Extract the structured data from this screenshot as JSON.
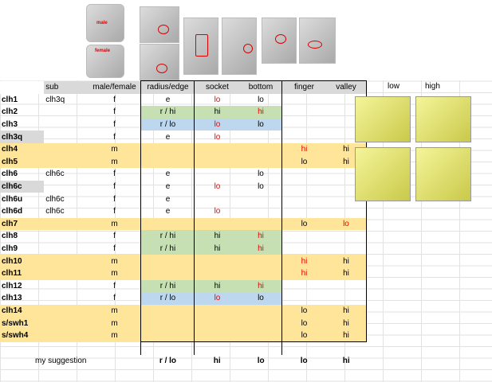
{
  "header": {
    "col0": "",
    "sub": "sub",
    "male_female": "male/female",
    "radius_edge": "radius/edge",
    "socket": "socket",
    "bottom": "bottom",
    "finger": "finger",
    "valley": "valley",
    "low": "low",
    "high": "high"
  },
  "thumb_labels": {
    "male": "male",
    "female": "female"
  },
  "rows": [
    {
      "name": "clh1",
      "sub": "clh3q",
      "mf": "f",
      "radius": "e",
      "socket": "lo",
      "bottom": "lo",
      "finger": "",
      "valley": ""
    },
    {
      "name": "clh2",
      "sub": "",
      "mf": "f",
      "radius": "r / hi",
      "socket": "hi",
      "bottom": "hi",
      "finger": "",
      "valley": ""
    },
    {
      "name": "clh3",
      "sub": "",
      "mf": "f",
      "radius": "r / lo",
      "socket": "lo",
      "bottom": "lo",
      "finger": "",
      "valley": ""
    },
    {
      "name": "clh3q",
      "sub": "",
      "mf": "f",
      "radius": "e",
      "socket": "lo",
      "bottom": "",
      "finger": "",
      "valley": ""
    },
    {
      "name": "clh4",
      "sub": "",
      "mf": "m",
      "radius": "",
      "socket": "",
      "bottom": "",
      "finger": "hi",
      "valley": "hi"
    },
    {
      "name": "clh5",
      "sub": "",
      "mf": "m",
      "radius": "",
      "socket": "",
      "bottom": "",
      "finger": "lo",
      "valley": "hi"
    },
    {
      "name": "clh6",
      "sub": "clh6c",
      "mf": "f",
      "radius": "e",
      "socket": "",
      "bottom": "lo",
      "finger": "",
      "valley": ""
    },
    {
      "name": "clh6c",
      "sub": "",
      "mf": "f",
      "radius": "e",
      "socket": "lo",
      "bottom": "lo",
      "finger": "",
      "valley": ""
    },
    {
      "name": "clh6u",
      "sub": "clh6c",
      "mf": "f",
      "radius": "e",
      "socket": "",
      "bottom": "",
      "finger": "",
      "valley": ""
    },
    {
      "name": "clh6d",
      "sub": "clh6c",
      "mf": "f",
      "radius": "e",
      "socket": "lo",
      "bottom": "",
      "finger": "",
      "valley": ""
    },
    {
      "name": "clh7",
      "sub": "",
      "mf": "m",
      "radius": "",
      "socket": "",
      "bottom": "",
      "finger": "lo",
      "valley": "lo"
    },
    {
      "name": "clh8",
      "sub": "",
      "mf": "f",
      "radius": "r / hi",
      "socket": "hi",
      "bottom": "hi",
      "finger": "",
      "valley": ""
    },
    {
      "name": "clh9",
      "sub": "",
      "mf": "f",
      "radius": "r / hi",
      "socket": "hi",
      "bottom": "hi",
      "finger": "",
      "valley": ""
    },
    {
      "name": "clh10",
      "sub": "",
      "mf": "m",
      "radius": "",
      "socket": "",
      "bottom": "",
      "finger": "hi",
      "valley": "hi"
    },
    {
      "name": "clh11",
      "sub": "",
      "mf": "m",
      "radius": "",
      "socket": "",
      "bottom": "",
      "finger": "hi",
      "valley": "hi"
    },
    {
      "name": "clh12",
      "sub": "",
      "mf": "f",
      "radius": "r / hi",
      "socket": "hi",
      "bottom": "hi",
      "finger": "",
      "valley": ""
    },
    {
      "name": "clh13",
      "sub": "",
      "mf": "f",
      "radius": "r / lo",
      "socket": "lo",
      "bottom": "lo",
      "finger": "",
      "valley": ""
    },
    {
      "name": "clh14",
      "sub": "",
      "mf": "m",
      "radius": "",
      "socket": "",
      "bottom": "",
      "finger": "lo",
      "valley": "hi"
    },
    {
      "name": "s/swh1",
      "sub": "",
      "mf": "m",
      "radius": "",
      "socket": "",
      "bottom": "",
      "finger": "lo",
      "valley": "hi"
    },
    {
      "name": "s/swh4",
      "sub": "",
      "mf": "m",
      "radius": "",
      "socket": "",
      "bottom": "",
      "finger": "lo",
      "valley": "hi"
    }
  ],
  "suggestion": {
    "label": "my suggestion",
    "radius": "r / lo",
    "socket": "hi",
    "bottom": "lo",
    "finger": "lo",
    "valley": "hi"
  },
  "colors": {
    "male_row": "#ffe599",
    "green_cell": "#c6e0b4",
    "blue_cell": "#bdd7ee",
    "header": "#d9d9d9",
    "red_text": "#e00000"
  }
}
